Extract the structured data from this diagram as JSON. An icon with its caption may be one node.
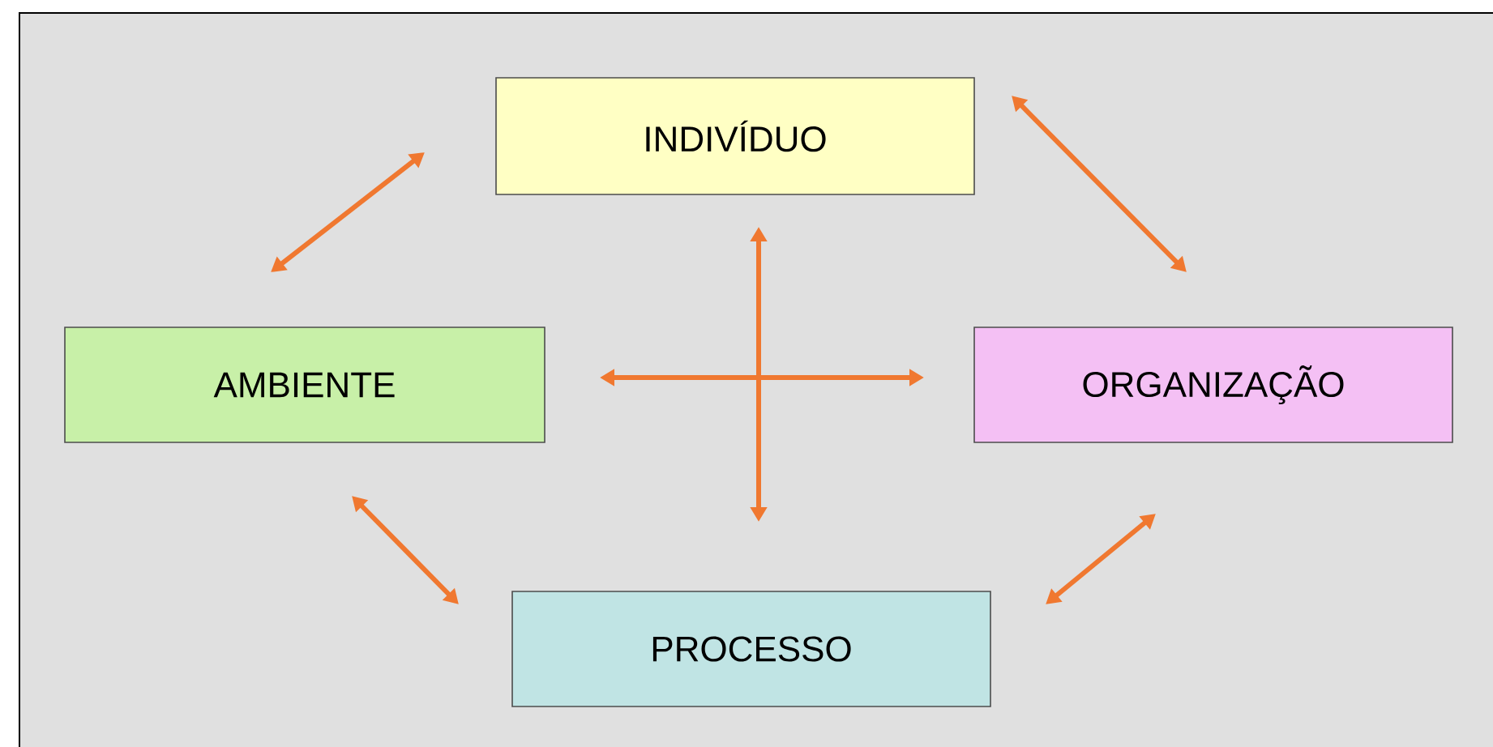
{
  "diagram": {
    "nodes": [
      {
        "text": [
          "INDIVÍDUO"
        ]
      },
      {
        "text": [
          "AMBIENTE"
        ]
      },
      {
        "text": [
          "ORGANIZAÇÃO"
        ]
      },
      {
        "text": [
          "PROCESSO"
        ]
      }
    ],
    "edges": [
      {
        "from": 1,
        "to": 0,
        "arrow": "both"
      },
      {
        "from": 0,
        "to": 2,
        "arrow": "both"
      },
      {
        "from": 1,
        "to": 3,
        "arrow": "both"
      },
      {
        "from": 2,
        "to": 3,
        "arrow": "both"
      },
      {
        "from": 0,
        "to": 3,
        "arrow": "both"
      },
      {
        "from": 1,
        "to": 2,
        "arrow": "both"
      }
    ]
  }
}
